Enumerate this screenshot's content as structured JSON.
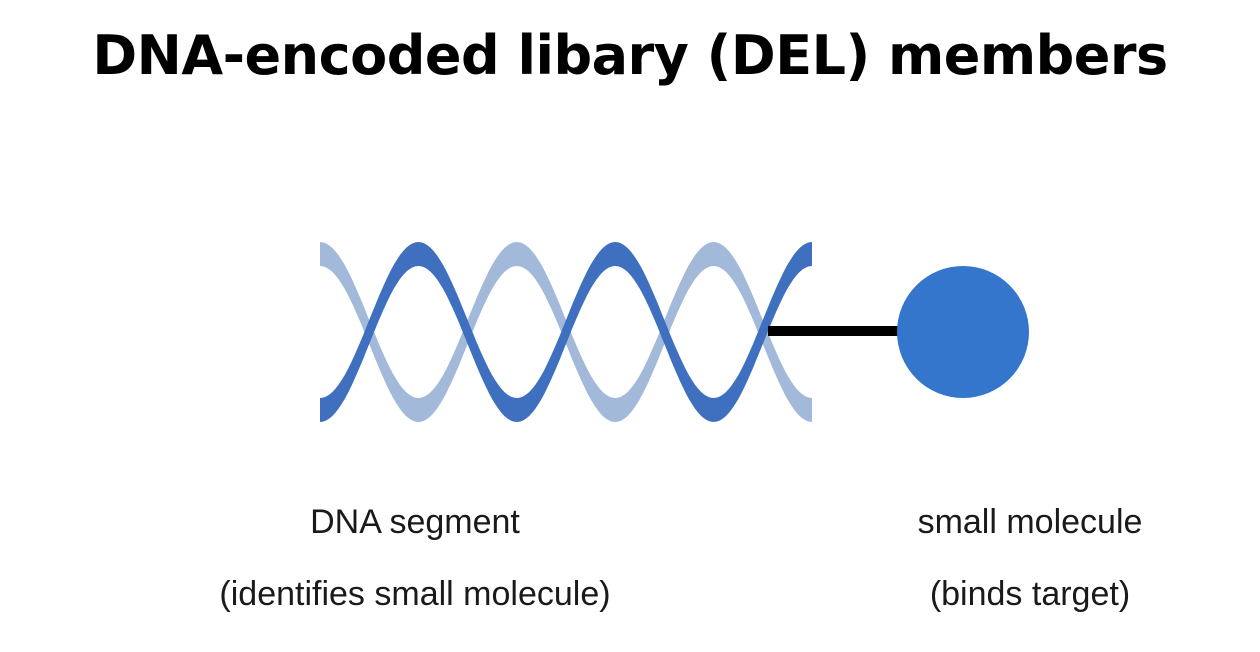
{
  "slide": {
    "title": "DNA-encoded libary (DEL) members"
  },
  "dna_segment": {
    "label": "DNA segment",
    "sublabel": "(identifies small molecule)"
  },
  "small_molecule": {
    "label": "small molecule",
    "sublabel": "(binds target)"
  },
  "colors": {
    "strand_dark": "#3f6fbf",
    "strand_light": "#a3b9da",
    "linker": "#000000",
    "molecule": "#3476cc",
    "text": "#1a1a1a"
  }
}
